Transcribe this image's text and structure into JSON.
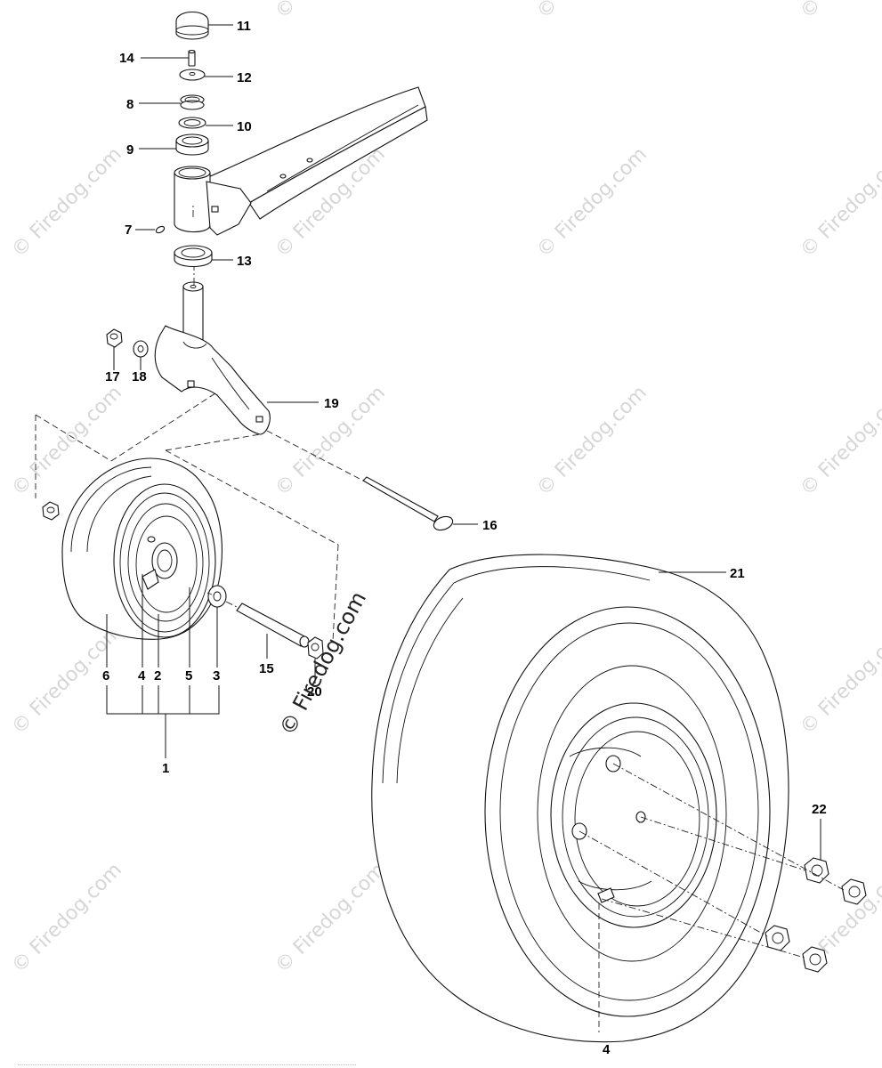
{
  "watermark": {
    "text": "© Firedog.com",
    "center_text": "© Firedog.com"
  },
  "callouts": [
    {
      "id": "c11",
      "text": "11"
    },
    {
      "id": "c14",
      "text": "14"
    },
    {
      "id": "c12",
      "text": "12"
    },
    {
      "id": "c8",
      "text": "8"
    },
    {
      "id": "c10",
      "text": "10"
    },
    {
      "id": "c9",
      "text": "9"
    },
    {
      "id": "c7",
      "text": "7"
    },
    {
      "id": "c13",
      "text": "13"
    },
    {
      "id": "c17",
      "text": "17"
    },
    {
      "id": "c18",
      "text": "18"
    },
    {
      "id": "c19",
      "text": "19"
    },
    {
      "id": "c16",
      "text": "16"
    },
    {
      "id": "c21",
      "text": "21"
    },
    {
      "id": "c6",
      "text": "6"
    },
    {
      "id": "c4a",
      "text": "4"
    },
    {
      "id": "c2",
      "text": "2"
    },
    {
      "id": "c5",
      "text": "5"
    },
    {
      "id": "c3",
      "text": "3"
    },
    {
      "id": "c15",
      "text": "15"
    },
    {
      "id": "c20",
      "text": "20"
    },
    {
      "id": "c1",
      "text": "1"
    },
    {
      "id": "c22",
      "text": "22"
    },
    {
      "id": "c4b",
      "text": "4"
    }
  ]
}
